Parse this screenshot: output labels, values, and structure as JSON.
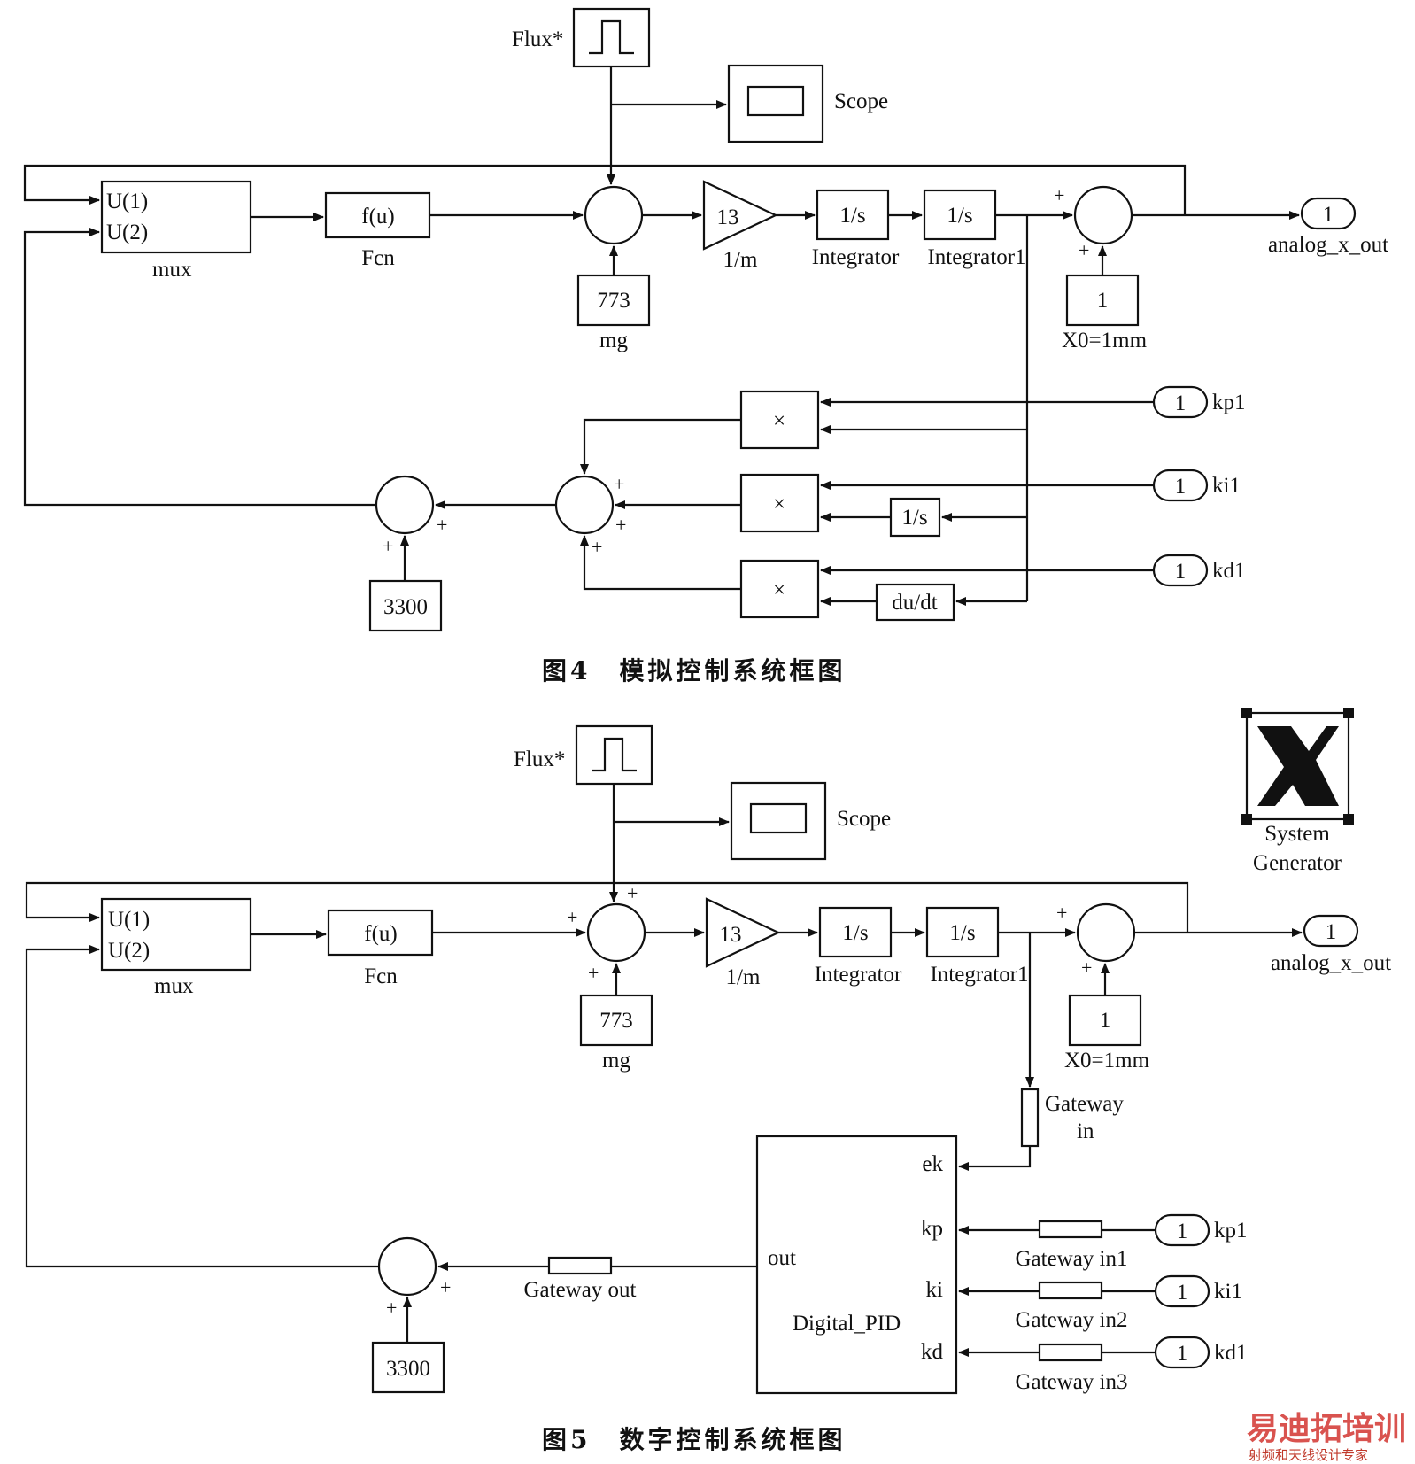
{
  "fig4": {
    "flux": "Flux*",
    "scope": "Scope",
    "mux_u1": "U(1)",
    "mux_u2": "U(2)",
    "mux": "mux",
    "fcn_expr": "f(u)",
    "fcn": "Fcn",
    "gain": "13",
    "gain_label": "1/m",
    "int_expr": "1/s",
    "int1": "Integrator",
    "int2": "Integrator1",
    "mg_val": "773",
    "mg": "mg",
    "x0_val": "1",
    "x0": "X0=1mm",
    "out_port": "1",
    "out_label": "analog_x_out",
    "mult": "×",
    "kp_port": "1",
    "kp": "kp1",
    "ki_port": "1",
    "ki": "ki1",
    "kd_port": "1",
    "kd": "kd1",
    "int3": "1/s",
    "deriv": "du/dt",
    "offset": "3300",
    "plus": "+",
    "caption": "图4　模拟控制系统框图"
  },
  "fig5": {
    "flux": "Flux*",
    "scope": "Scope",
    "sysgen1": "System",
    "sysgen2": "Generator",
    "mux_u1": "U(1)",
    "mux_u2": "U(2)",
    "mux": "mux",
    "fcn_expr": "f(u)",
    "fcn": "Fcn",
    "gain": "13",
    "gain_label": "1/m",
    "int_expr": "1/s",
    "int1": "Integrator",
    "int2": "Integrator1",
    "mg_val": "773",
    "mg": "mg",
    "x0_val": "1",
    "x0": "X0=1mm",
    "out_port": "1",
    "out_label": "analog_x_out",
    "gw_in1": "Gateway",
    "gw_in2": "in",
    "pid_ek": "ek",
    "pid_kp": "kp",
    "pid_ki": "ki",
    "pid_kd": "kd",
    "pid_out": "out",
    "pid_name": "Digital_PID",
    "gw_kp": "Gateway in1",
    "gw_ki": "Gateway in2",
    "gw_kd": "Gateway in3",
    "gw_out": "Gateway out",
    "kp_port": "1",
    "kp": "kp1",
    "ki_port": "1",
    "ki": "ki1",
    "kd_port": "1",
    "kd": "kd1",
    "offset": "3300",
    "plus": "+",
    "caption": "图5　数字控制系统框图"
  },
  "watermark": {
    "main": "易迪拓培训",
    "sub": "射频和天线设计专家"
  }
}
